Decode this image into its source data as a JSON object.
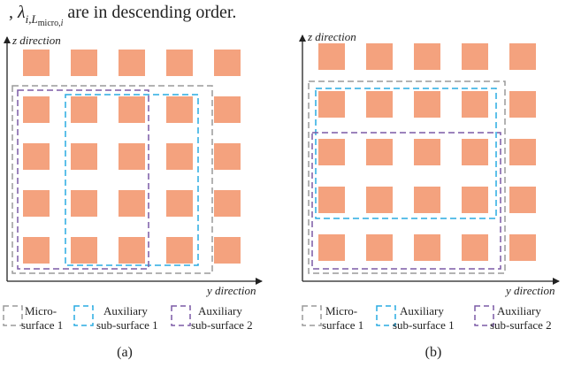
{
  "header_fragment": ", λ_{i,L_micro,i} are in descending order.",
  "colors": {
    "element": "#F4A27E",
    "micro_surface": "#9A9A9A",
    "auxiliary_1": "#29ABE2",
    "auxiliary_2": "#7B5AA6",
    "axis": "#222222"
  },
  "panels": [
    {
      "id": "a",
      "caption": "(a)",
      "z_axis_label": "z direction",
      "y_axis_label": "y direction",
      "grid": {
        "rows": 5,
        "cols": 5
      },
      "legend": [
        {
          "key": "micro_surface",
          "line1": "Micro-",
          "line2": "surface 1"
        },
        {
          "key": "auxiliary_1",
          "line1": "Auxiliary",
          "line2": "sub-surface 1"
        },
        {
          "key": "auxiliary_2",
          "line1": "Auxiliary",
          "line2": "sub-surface 2"
        }
      ]
    },
    {
      "id": "b",
      "caption": "(b)",
      "z_axis_label": "z direction",
      "y_axis_label": "y direction",
      "grid": {
        "rows": 5,
        "cols": 5
      },
      "legend": [
        {
          "key": "micro_surface",
          "line1": "Micro-",
          "line2": "surface 1"
        },
        {
          "key": "auxiliary_1",
          "line1": "Auxiliary",
          "line2": "sub-surface 1"
        },
        {
          "key": "auxiliary_2",
          "line1": "Auxiliary",
          "line2": "sub-surface 2"
        }
      ]
    }
  ]
}
